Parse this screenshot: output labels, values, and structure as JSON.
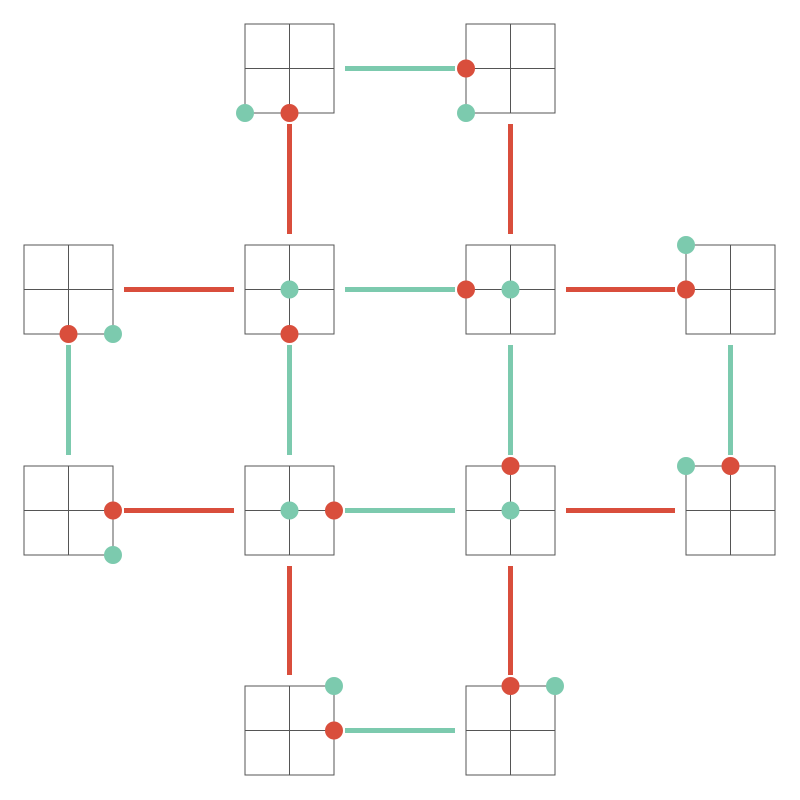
{
  "colors": {
    "red": "#D94E3C",
    "teal": "#7CCAAE",
    "grid": "#555555",
    "background": "#FFFFFF"
  },
  "tiles": [
    {
      "id": "t-r0-c1",
      "row": 0,
      "col": 1
    },
    {
      "id": "t-r0-c2",
      "row": 0,
      "col": 2
    },
    {
      "id": "t-r1-c0",
      "row": 1,
      "col": 0
    },
    {
      "id": "t-r1-c1",
      "row": 1,
      "col": 1
    },
    {
      "id": "t-r1-c2",
      "row": 1,
      "col": 2
    },
    {
      "id": "t-r1-c3",
      "row": 1,
      "col": 3
    },
    {
      "id": "t-r2-c0",
      "row": 2,
      "col": 0
    },
    {
      "id": "t-r2-c1",
      "row": 2,
      "col": 1
    },
    {
      "id": "t-r2-c2",
      "row": 2,
      "col": 2
    },
    {
      "id": "t-r2-c3",
      "row": 2,
      "col": 3
    },
    {
      "id": "t-r3-c1",
      "row": 3,
      "col": 1
    },
    {
      "id": "t-r3-c2",
      "row": 3,
      "col": 2
    }
  ],
  "connectors": [
    {
      "from": "t-r0-c1",
      "to": "t-r0-c2",
      "color": "teal"
    },
    {
      "from": "t-r0-c1",
      "to": "t-r1-c1",
      "color": "red"
    },
    {
      "from": "t-r0-c2",
      "to": "t-r1-c2",
      "color": "red"
    },
    {
      "from": "t-r1-c0",
      "to": "t-r1-c1",
      "color": "red"
    },
    {
      "from": "t-r1-c1",
      "to": "t-r1-c2",
      "color": "teal"
    },
    {
      "from": "t-r1-c2",
      "to": "t-r1-c3",
      "color": "red"
    },
    {
      "from": "t-r1-c0",
      "to": "t-r2-c0",
      "color": "teal"
    },
    {
      "from": "t-r1-c1",
      "to": "t-r2-c1",
      "color": "teal"
    },
    {
      "from": "t-r1-c2",
      "to": "t-r2-c2",
      "color": "teal"
    },
    {
      "from": "t-r1-c3",
      "to": "t-r2-c3",
      "color": "teal"
    },
    {
      "from": "t-r2-c0",
      "to": "t-r2-c1",
      "color": "red"
    },
    {
      "from": "t-r2-c1",
      "to": "t-r2-c2",
      "color": "teal"
    },
    {
      "from": "t-r2-c2",
      "to": "t-r2-c3",
      "color": "red"
    },
    {
      "from": "t-r2-c1",
      "to": "t-r3-c1",
      "color": "red"
    },
    {
      "from": "t-r2-c2",
      "to": "t-r3-c2",
      "color": "red"
    },
    {
      "from": "t-r3-c1",
      "to": "t-r3-c2",
      "color": "teal"
    }
  ],
  "markers": [
    {
      "tile": "t-r0-c1",
      "point": "bottom-left",
      "color": "teal"
    },
    {
      "tile": "t-r0-c1",
      "point": "bottom-center",
      "color": "red"
    },
    {
      "tile": "t-r0-c2",
      "point": "center-left",
      "color": "red"
    },
    {
      "tile": "t-r0-c2",
      "point": "bottom-left",
      "color": "teal"
    },
    {
      "tile": "t-r1-c0",
      "point": "bottom-center",
      "color": "red"
    },
    {
      "tile": "t-r1-c0",
      "point": "bottom-right",
      "color": "teal"
    },
    {
      "tile": "t-r1-c1",
      "point": "center",
      "color": "teal"
    },
    {
      "tile": "t-r1-c1",
      "point": "bottom-center",
      "color": "red"
    },
    {
      "tile": "t-r1-c2",
      "point": "center-left",
      "color": "red"
    },
    {
      "tile": "t-r1-c2",
      "point": "center",
      "color": "teal"
    },
    {
      "tile": "t-r1-c3",
      "point": "top-left",
      "color": "teal"
    },
    {
      "tile": "t-r1-c3",
      "point": "center-left",
      "color": "red"
    },
    {
      "tile": "t-r2-c0",
      "point": "center-right",
      "color": "red"
    },
    {
      "tile": "t-r2-c0",
      "point": "bottom-right",
      "color": "teal"
    },
    {
      "tile": "t-r2-c1",
      "point": "center",
      "color": "teal"
    },
    {
      "tile": "t-r2-c1",
      "point": "center-right",
      "color": "red"
    },
    {
      "tile": "t-r2-c2",
      "point": "top-center",
      "color": "red"
    },
    {
      "tile": "t-r2-c2",
      "point": "center",
      "color": "teal"
    },
    {
      "tile": "t-r2-c3",
      "point": "top-left",
      "color": "teal"
    },
    {
      "tile": "t-r2-c3",
      "point": "top-center",
      "color": "red"
    },
    {
      "tile": "t-r3-c1",
      "point": "top-right",
      "color": "teal"
    },
    {
      "tile": "t-r3-c1",
      "point": "center-right",
      "color": "red"
    },
    {
      "tile": "t-r3-c2",
      "point": "top-center",
      "color": "red"
    },
    {
      "tile": "t-r3-c2",
      "point": "top-right",
      "color": "teal"
    }
  ]
}
